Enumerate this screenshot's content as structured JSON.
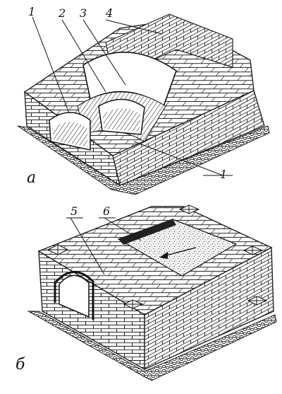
{
  "figure": {
    "top_panel": {
      "panel_letter": "а",
      "callouts": [
        "1",
        "2",
        "3",
        "4",
        "1"
      ]
    },
    "bottom_panel": {
      "panel_letter": "б",
      "callouts": [
        "5",
        "6"
      ]
    }
  }
}
